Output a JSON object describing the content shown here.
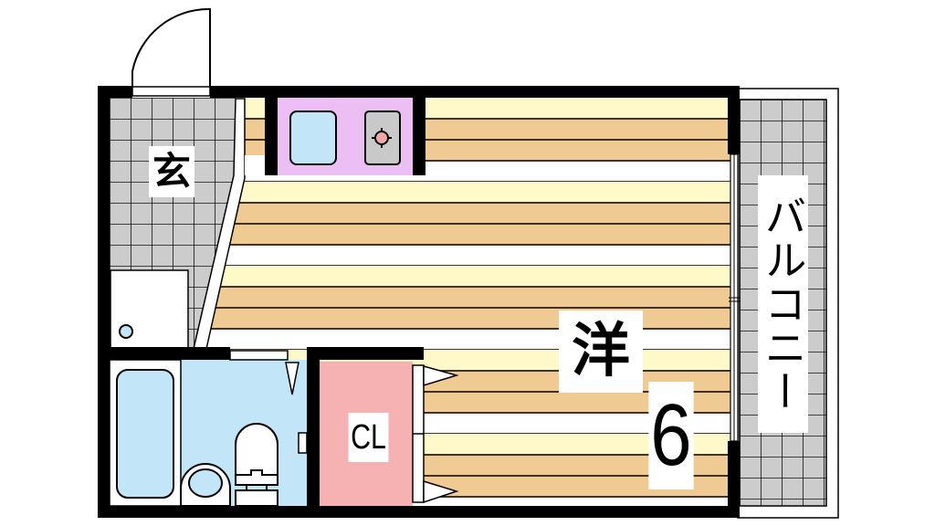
{
  "floor_plan": {
    "type": "apartment-floor-plan",
    "layout": "1K",
    "rooms": {
      "entrance": {
        "label": "玄",
        "meaning": "entrance (genkan)"
      },
      "western_room": {
        "label": "洋",
        "size_label": "6",
        "meaning": "Western-style room, 6 tatami"
      },
      "closet": {
        "label": "CL",
        "meaning": "closet"
      },
      "balcony": {
        "label": "バルコニー",
        "meaning": "balcony"
      },
      "kitchen": {
        "label": "",
        "meaning": "kitchen counter with sink and stove"
      },
      "bathroom": {
        "label": "",
        "meaning": "unit bath with tub, sink and toilet"
      }
    },
    "colors": {
      "wall": "#000000",
      "tile_floor": "#cccccc",
      "floor_light": "#fff8c8",
      "floor_tan": "#efcb93",
      "floor_white": "#ffffff",
      "kitchen": "#ebbff3",
      "sink_water": "#c2e6f8",
      "stove": "#c9c9c9",
      "burner": "#f3a8a8",
      "bathroom": "#c2e6f8",
      "closet": "#f6b1b3"
    }
  }
}
